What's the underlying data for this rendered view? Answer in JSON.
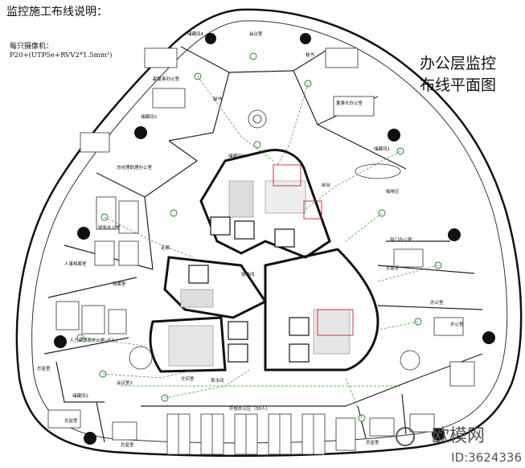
{
  "header": {
    "title": "监控施工布线说明：",
    "camera_heading": "每只摄像机：",
    "camera_spec": "P20+(UTP5e+RVV2*1.5mm²)"
  },
  "plan_title": "办公层监控布线平面图",
  "watermark": {
    "brand": "欧模网",
    "id": "ID:3624336"
  },
  "rooms": {
    "meeting_room_top": "会议室",
    "storage_tl": "储藏间4",
    "deputy_gm": "副董事办公室",
    "secretary_l": "秘书",
    "secretary_r": "秘书",
    "chairman": "董事长办公室",
    "gm_assistant": "总经理助理办公室",
    "storage_ml": "储藏间3",
    "storage_center": "储藏间5",
    "reception": "前台",
    "storage_r": "储藏间1",
    "finance": "财务办公室",
    "hr": "人事档案室",
    "archives": "档案室",
    "admin": "行政、人力资源部办公室\n(8人)",
    "coffee": "咖啡区",
    "electric_room": "弱电间",
    "office_l": "总监室",
    "storage_l": "储藏间2",
    "meeting2": "会议室2",
    "open_office": "开放办公区（30人）",
    "dept_r": "部门办公室",
    "supervisor_r": "总监室",
    "office_r1": "办公室",
    "office_r2": "办公室",
    "print": "文印室",
    "pantry": "茶水间",
    "office_bl": "总监室",
    "office_bc": "总监室",
    "office_br": "总监室",
    "corridor": "走廊"
  }
}
